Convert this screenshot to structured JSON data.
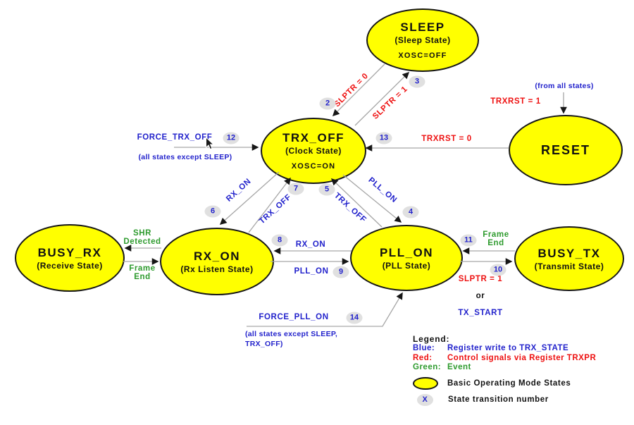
{
  "states": {
    "sleep": {
      "name": "SLEEP",
      "subtitle": "(Sleep State)",
      "detail": "XOSC=OFF"
    },
    "trx_off": {
      "name": "TRX_OFF",
      "subtitle": "(Clock State)",
      "detail": "XOSC=ON"
    },
    "reset": {
      "name": "RESET"
    },
    "busy_rx": {
      "name": "BUSY_RX",
      "subtitle": "(Receive State)"
    },
    "rx_on": {
      "name": "RX_ON",
      "subtitle": "(Rx Listen State)"
    },
    "pll_on": {
      "name": "PLL_ON",
      "subtitle": "(PLL State)"
    },
    "busy_tx": {
      "name": "BUSY_TX",
      "subtitle": "(Transmit State)"
    }
  },
  "transitions": {
    "slptr_0": {
      "number": "2",
      "label": "SLPTR = 0"
    },
    "slptr_1": {
      "number": "3",
      "label": "SLPTR = 1"
    },
    "pll_on_cmd": {
      "number": "4",
      "label": "PLL_ON"
    },
    "trx_off_from_pll": {
      "number": "5",
      "label": "TRX_OFF"
    },
    "rx_on_cmd": {
      "number": "6",
      "label": "RX_ON"
    },
    "trx_off_from_rx": {
      "number": "7",
      "label": "TRX_OFF"
    },
    "rx_on_from_pll": {
      "number": "8",
      "label": "RX_ON"
    },
    "pll_on_from_rx": {
      "number": "9",
      "label": "PLL_ON"
    },
    "tx_start": {
      "number": "10",
      "label_red": "SLPTR = 1",
      "label_mid": "or",
      "label_blue": "TX_START"
    },
    "frame_end_tx": {
      "number": "11",
      "label": "Frame\nEnd"
    },
    "force_trx_off": {
      "number": "12",
      "label": "FORCE_TRX_OFF",
      "note": "(all states except SLEEP)"
    },
    "trxrst_0": {
      "number": "13",
      "label": "TRXRST = 0"
    },
    "force_pll_on": {
      "number": "14",
      "label": "FORCE_PLL_ON",
      "note": "(all states except SLEEP,\nTRX_OFF)"
    },
    "shr_detected": {
      "label": "SHR\nDetected"
    },
    "frame_end_rx": {
      "label": "Frame\nEnd"
    },
    "reset_entry": {
      "note": "(from all states)",
      "label": "TRXRST = 1"
    }
  },
  "legend": {
    "title": "Legend:",
    "blue_label": "Blue:",
    "blue_text": "Register write to TRX_STATE",
    "red_label": "Red:",
    "red_text": "Control signals via Register TRXPR",
    "green_label": "Green:",
    "green_text": "Event",
    "state_item": "Basic Operating Mode States",
    "badge_symbol": "X",
    "badge_item": "State transition number"
  },
  "colors": {
    "state_fill": "#FFFF00",
    "state_border": "#161616",
    "blue": "#2222CC",
    "red": "#EE1111",
    "green": "#2E9B2E",
    "badge_fill": "#E0E0E0",
    "line": "#A6A6A6"
  }
}
